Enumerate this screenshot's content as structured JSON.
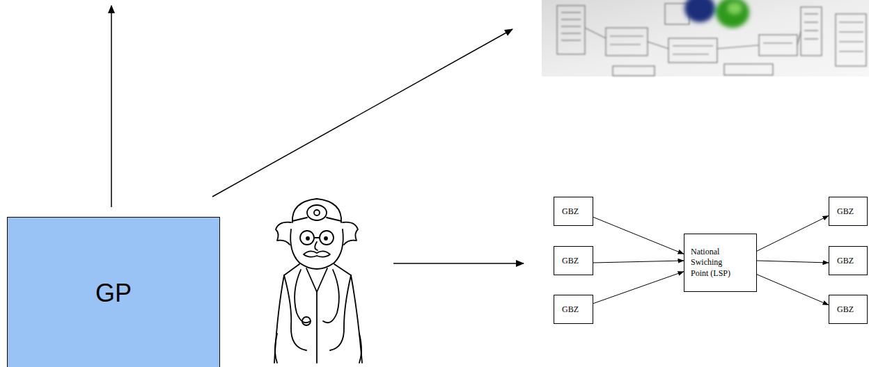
{
  "diagram": {
    "nodes": [
      {
        "text": [
          "GP"
        ]
      },
      {
        "text": [
          "GBZ"
        ]
      },
      {
        "text": [
          "GBZ"
        ]
      },
      {
        "text": [
          "GBZ"
        ]
      },
      {
        "text": [
          "National Swiching Point (LSP)"
        ]
      },
      {
        "text": [
          "GBZ"
        ]
      },
      {
        "text": [
          "GBZ"
        ]
      },
      {
        "text": [
          "GBZ"
        ]
      }
    ],
    "edges": [
      {
        "from": 1,
        "to": 4,
        "arrow": "to"
      },
      {
        "from": 2,
        "to": 4,
        "arrow": "to"
      },
      {
        "from": 3,
        "to": 4,
        "arrow": "to"
      },
      {
        "from": 4,
        "to": 5,
        "arrow": "to"
      },
      {
        "from": 4,
        "to": 6,
        "arrow": "to"
      },
      {
        "from": 4,
        "to": 7,
        "arrow": "to"
      }
    ]
  }
}
